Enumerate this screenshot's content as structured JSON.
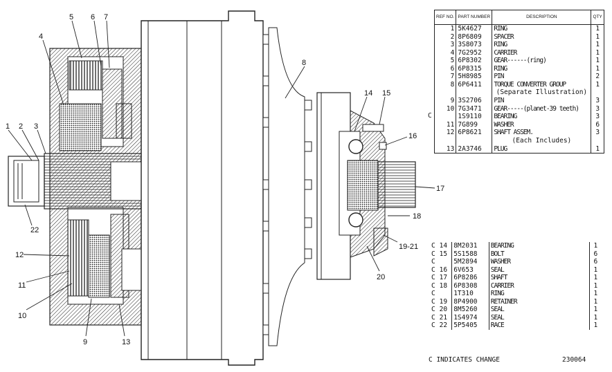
{
  "callouts": [
    "1",
    "2",
    "3",
    "4",
    "5",
    "6",
    "7",
    "8",
    "9",
    "10",
    "11",
    "12",
    "13",
    "14",
    "15",
    "16",
    "17",
    "18",
    "19-21",
    "20",
    "22"
  ],
  "parts_table": {
    "headers": {
      "ref": "REF NO.",
      "part_number": "PART NUMBER",
      "description": "DESCRIPTION",
      "qty": "QTY"
    },
    "rows": [
      {
        "ref": "1",
        "part": "5K4627",
        "desc": "RING",
        "qty": "1"
      },
      {
        "ref": "2",
        "part": "8P6809",
        "desc": "SPACER",
        "qty": "1"
      },
      {
        "ref": "3",
        "part": "3S8073",
        "desc": "RING",
        "qty": "1"
      },
      {
        "ref": "4",
        "part": "7G2952",
        "desc": "CARRIER",
        "qty": "1"
      },
      {
        "ref": "5",
        "part": "6P8302",
        "desc": "GEAR------(ring)",
        "qty": "1"
      },
      {
        "ref": "6",
        "part": "6P8315",
        "desc": "RING",
        "qty": "1"
      },
      {
        "ref": "7",
        "part": "5H8985",
        "desc": "PIN",
        "qty": "2"
      },
      {
        "ref": "8",
        "part": "6P6411",
        "desc": "TORQUE CONVERTER GROUP",
        "qty": "1"
      }
    ],
    "note_8": "(Separate Illustration)",
    "rows_b": [
      {
        "ref": "9",
        "part": "3S2706",
        "desc": "PIN",
        "qty": "3"
      },
      {
        "ref": "10",
        "part": "7G3471",
        "desc": "GEAR-----(planet-39 teeth)",
        "qty": "3"
      },
      {
        "ref": "",
        "part": "1S9110",
        "desc": "BEARING",
        "qty": "3"
      },
      {
        "ref": "11",
        "part": "7G899",
        "desc": "WASHER",
        "qty": "6"
      },
      {
        "ref": "12",
        "part": "6P8621",
        "desc": "SHAFT ASSEM.",
        "qty": "3"
      }
    ],
    "note_12": "(Each Includes)",
    "rows_c": [
      {
        "ref": "13",
        "part": "2A3746",
        "desc": "PLUG",
        "qty": "1"
      }
    ],
    "change_mark": "C"
  },
  "change_table": {
    "rows": [
      {
        "chg": "C",
        "ref": "14",
        "part": "8M2031",
        "desc": "BEARING",
        "qty": "1"
      },
      {
        "chg": "C",
        "ref": "15",
        "part": "5S1588",
        "desc": "BOLT",
        "qty": "6"
      },
      {
        "chg": "C",
        "ref": "",
        "part": "5M2894",
        "desc": "WASHER",
        "qty": "6"
      },
      {
        "chg": "C",
        "ref": "16",
        "part": "6V653",
        "desc": "SEAL",
        "qty": "1"
      },
      {
        "chg": "C",
        "ref": "17",
        "part": "6P8286",
        "desc": "SHAFT",
        "qty": "1"
      },
      {
        "chg": "C",
        "ref": "18",
        "part": "6P8308",
        "desc": "CARRIER",
        "qty": "1"
      },
      {
        "chg": "C",
        "ref": "",
        "part": "1T310",
        "desc": "RING",
        "qty": "1"
      },
      {
        "chg": "C",
        "ref": "19",
        "part": "8P4900",
        "desc": "RETAINER",
        "qty": "1"
      },
      {
        "chg": "C",
        "ref": "20",
        "part": "8M5260",
        "desc": "SEAL",
        "qty": "1"
      },
      {
        "chg": "C",
        "ref": "21",
        "part": "1S4974",
        "desc": "SEAL",
        "qty": "1"
      },
      {
        "chg": "C",
        "ref": "22",
        "part": "5P5405",
        "desc": "RACE",
        "qty": "1"
      }
    ]
  },
  "footer": {
    "note": "C INDICATES CHANGE",
    "code": "230064"
  }
}
